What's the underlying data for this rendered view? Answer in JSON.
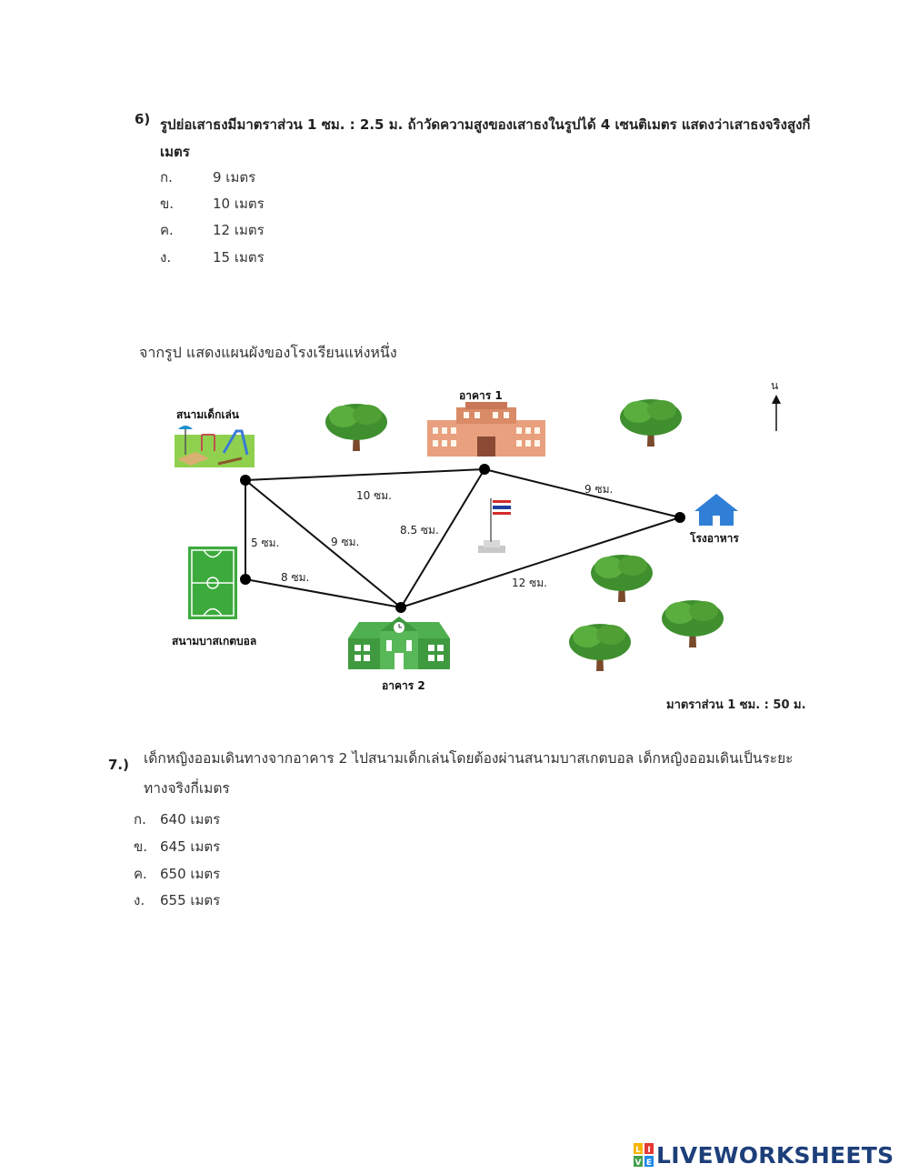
{
  "q6": {
    "number": "6)",
    "text": "รูปย่อเสาธงมีมาตราส่วน 1 ซม. : 2.5 ม. ถ้าวัดความสูงของเสาธงในรูปได้ 4 เซนติเมตร แสดงว่าเสาธงจริงสูงกี่เมตร",
    "choices": [
      {
        "letter": "ก.",
        "value": "9 เมตร"
      },
      {
        "letter": "ข.",
        "value": "10 เมตร"
      },
      {
        "letter": "ค.",
        "value": "12 เมตร"
      },
      {
        "letter": "ง.",
        "value": "15 เมตร"
      }
    ]
  },
  "map": {
    "intro": "จากรูป แสดงแผนผังของโรงเรียนแห่งหนึ่ง",
    "labels": {
      "playground": "สนามเด็กเล่น",
      "building1": "อาคาร 1",
      "building2": "อาคาร 2",
      "basketball": "สนามบาสเกตบอล",
      "canteen": "โรงอาหาร",
      "north": "น"
    },
    "distances": {
      "play_b1": "10 ซม.",
      "b1_canteen": "9 ซม.",
      "play_basket": "5 ซม.",
      "play_b2": "9 ซม.",
      "b1_b2": "8.5 ซม.",
      "basket_b2": "8 ซม.",
      "b2_canteen": "12 ซม."
    },
    "scale": "มาตราส่วน 1 ซม. : 50 ม."
  },
  "q7": {
    "number": "7.)",
    "text": "เด็กหญิงออมเดินทางจากอาคาร 2 ไปสนามเด็กเล่นโดยต้องผ่านสนามบาสเกตบอล เด็กหญิงออมเดินเป็นระยะทางจริงกี่เมตร",
    "choices": [
      {
        "letter": "ก.",
        "value": "640 เมตร"
      },
      {
        "letter": "ข.",
        "value": "645 เมตร"
      },
      {
        "letter": "ค.",
        "value": "650 เมตร"
      },
      {
        "letter": "ง.",
        "value": "655 เมตร"
      }
    ]
  },
  "brand": {
    "logo_letters": "LIVE",
    "name": "LIVEWORKSHEETS"
  }
}
